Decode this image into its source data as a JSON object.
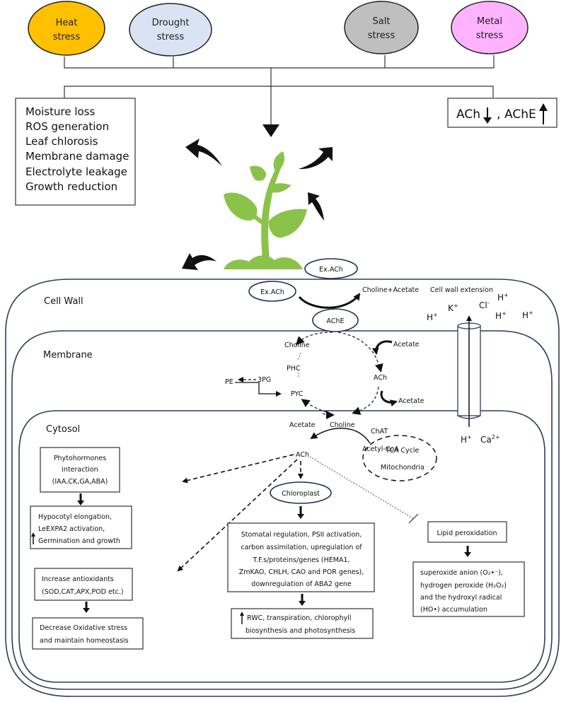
{
  "stressors": [
    {
      "label_line1": "Heat",
      "label_line2": "stress",
      "color": "#FFC000"
    },
    {
      "label_line1": "Drought",
      "label_line2": "stress",
      "color": "#DAE3F3"
    },
    {
      "label_line1": "Salt",
      "label_line2": "stress",
      "color": "#BFBFBF"
    },
    {
      "label_line1": "Metal",
      "label_line2": "stress",
      "color": "#FFB3FF"
    }
  ],
  "effects_box": {
    "items": [
      "Moisture loss",
      "ROS generation",
      "Leaf chlorosis",
      "Membrane damage",
      "Electrolyte leakage",
      "Growth reduction"
    ]
  },
  "ach_box": {
    "ach": "ACh",
    "sep": ",",
    "ache": "AChE"
  },
  "plant": {
    "color": "#8BC34A",
    "ex_ach_top": "Ex.ACh"
  },
  "compartments": {
    "cell_wall": "Cell Wall",
    "membrane": "Membrane",
    "cytosol": "Cytosol"
  },
  "cell_wall": {
    "ex_ach": "Ex.ACh",
    "choline_acetate": "Choline+Acetate",
    "ache": "AChE",
    "cell_wall_extension": "Cell wall extension",
    "ions": {
      "h": "H",
      "k": "K",
      "cl": "Cl",
      "plus": "+",
      "minus": "-"
    }
  },
  "membrane_cycle": {
    "choline": "Choline",
    "phc": "PHC",
    "pyc": "PYC",
    "pe": "PE",
    "pg": "3PG",
    "ach": "ACh",
    "acetate_in": "Acetate",
    "acetate_out": "Acetate"
  },
  "cytosol": {
    "acetate": "Acetate",
    "choline": "Choline",
    "chat": "ChAT",
    "acetyl_coa": "Acetyl-CoA",
    "ach": "ACh",
    "tca": "TCA Cycle",
    "mitochondria": "Mitochondria",
    "h_ion": "H",
    "ca_ion": "Ca",
    "ca_charge": "2+",
    "plus": "+",
    "chloroplast": "Chloroplast",
    "phyto_box": [
      "Phytohormones",
      "interaction",
      "(IAA,CK,GA,ABA)"
    ],
    "hypo_box": [
      "Hypocotyl elongation,",
      "LeEXPA2 activation,",
      "Germination and growth"
    ],
    "antiox_box": [
      "Increase antioxidants",
      "(SOD,CAT,APX,POD etc.)"
    ],
    "oxid_box": [
      "Decrease Oxidative stress",
      "and maintain homeostasis"
    ],
    "chloro_box": [
      "Stomatal regulation, PSII activation,",
      "carbon assimilation, upregulation of",
      "T.F.s/proteins/genes (HEMA1,",
      "ZmKAO, CHLH, CAO and POR genes),",
      "downregulation of ABA2 gene"
    ],
    "rwc_box": [
      "RWC, transpiration, chlorophyll",
      "biosynthesis and photosynthesis"
    ],
    "lipid_box": "Lipid peroxidation",
    "ros_box": [
      "superoxide anion (O₂•⁻),",
      "hydrogen peroxide (H₂O₂)",
      "and the hydroxyl radical",
      "(HO•) accumulation"
    ]
  }
}
